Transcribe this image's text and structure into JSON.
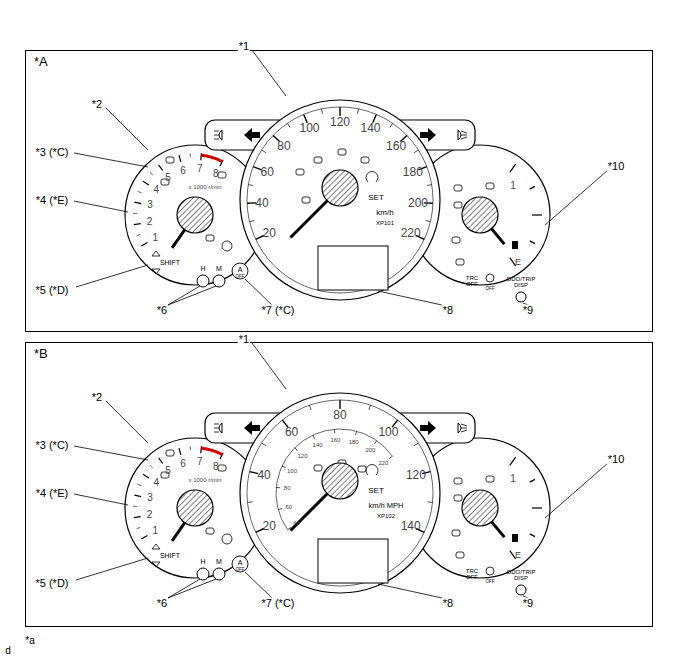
{
  "diagram": {
    "nodes": [
      {
        "text": [
          "*A"
        ]
      },
      {
        "text": [
          "*B"
        ]
      }
    ],
    "labels": [
      "*1",
      "*2",
      "*3 (*C)",
      "*4 (*E)",
      "*5 (*D)",
      "*6",
      "*7 (*C)",
      "*8",
      "*9",
      "*10",
      "1",
      "2",
      "3",
      "4",
      "5",
      "6",
      "7",
      "8",
      "x 1000 r/min",
      "SHIFT",
      "H",
      "M",
      "A",
      "OFF",
      "20",
      "40",
      "60",
      "80",
      "100",
      "120",
      "140",
      "160",
      "180",
      "200",
      "220",
      "SET",
      "km/h",
      "XP101",
      "1",
      "E",
      "TRC OFF",
      "OFF",
      "ODO/TRIP DISP",
      "*1",
      "*2",
      "*3 (*C)",
      "*4 (*E)",
      "*5 (*D)",
      "*6",
      "*7 (*C)",
      "*8",
      "*9",
      "*10",
      "1",
      "2",
      "3",
      "4",
      "5",
      "6",
      "7",
      "8",
      "x 1000 r/min",
      "SHIFT",
      "H",
      "M",
      "A",
      "OFF",
      "20",
      "40",
      "60",
      "80",
      "100",
      "120",
      "140",
      "40",
      "60",
      "80",
      "100",
      "120",
      "140",
      "160",
      "180",
      "200",
      "220",
      "SET",
      "km/h MPH",
      "XP102",
      "1",
      "E",
      "TRC OFF",
      "OFF",
      "ODO/TRIP DISP",
      "*a",
      "d"
    ]
  }
}
